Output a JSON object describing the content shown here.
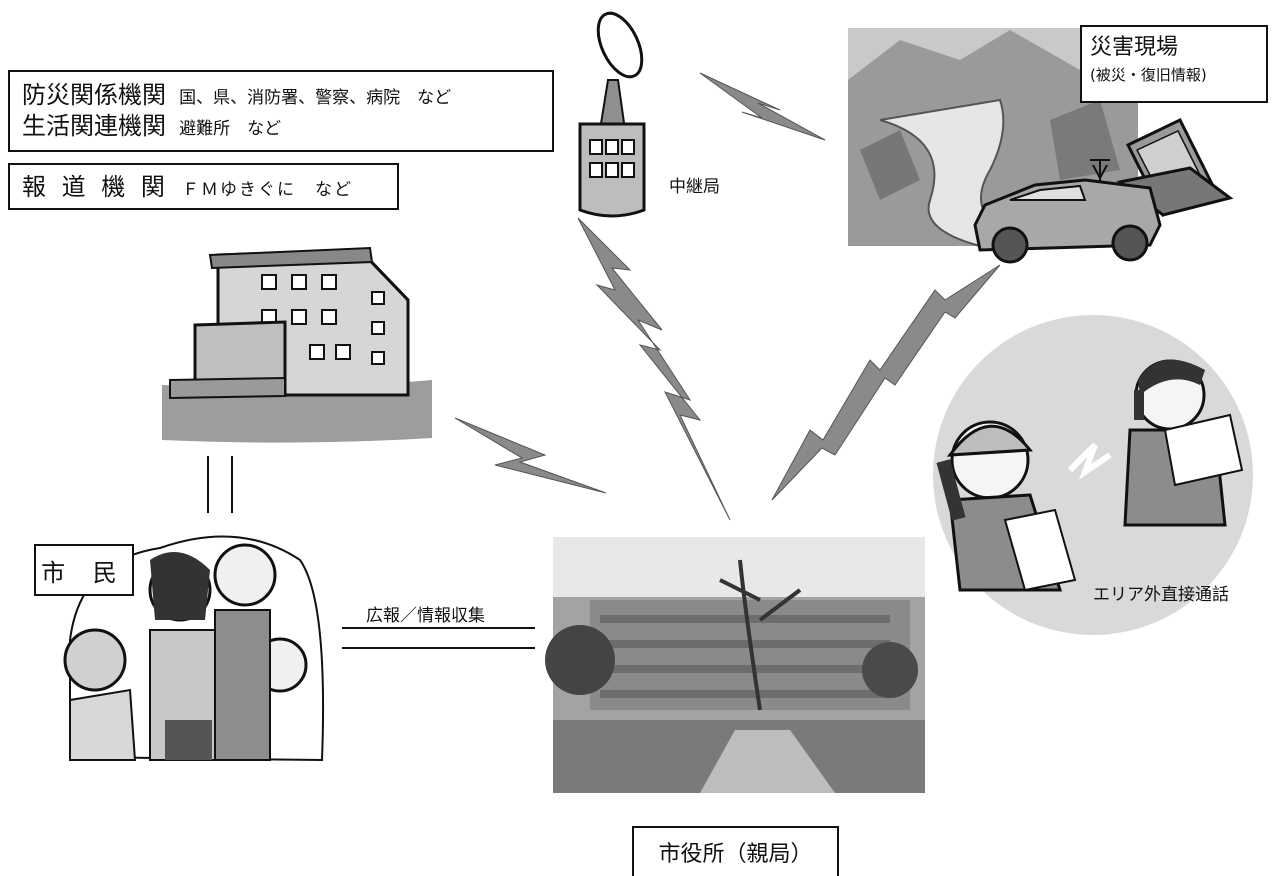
{
  "org_box": {
    "row1_title": "防災関係機関",
    "row1_detail": "国、県、消防署、警察、病院　など",
    "row2_title": "生活関連機関",
    "row2_detail": "避難所　など"
  },
  "media_box": {
    "title": "報 道 機 関",
    "detail": "ＦＭゆきぐに　など"
  },
  "relay_label": "中継局",
  "disaster_box": {
    "title": "災害現場",
    "detail": "(被災・復旧情報)"
  },
  "citizen_label": "市 民",
  "pr_label": "広報／情報収集",
  "direct_label": "エリア外直接通話",
  "city_hall_label": "市役所（親局）",
  "colors": {
    "lightning": "#8a8a8a",
    "photo_gray": "#9a9a9a",
    "circle": "#d9d9d9"
  }
}
